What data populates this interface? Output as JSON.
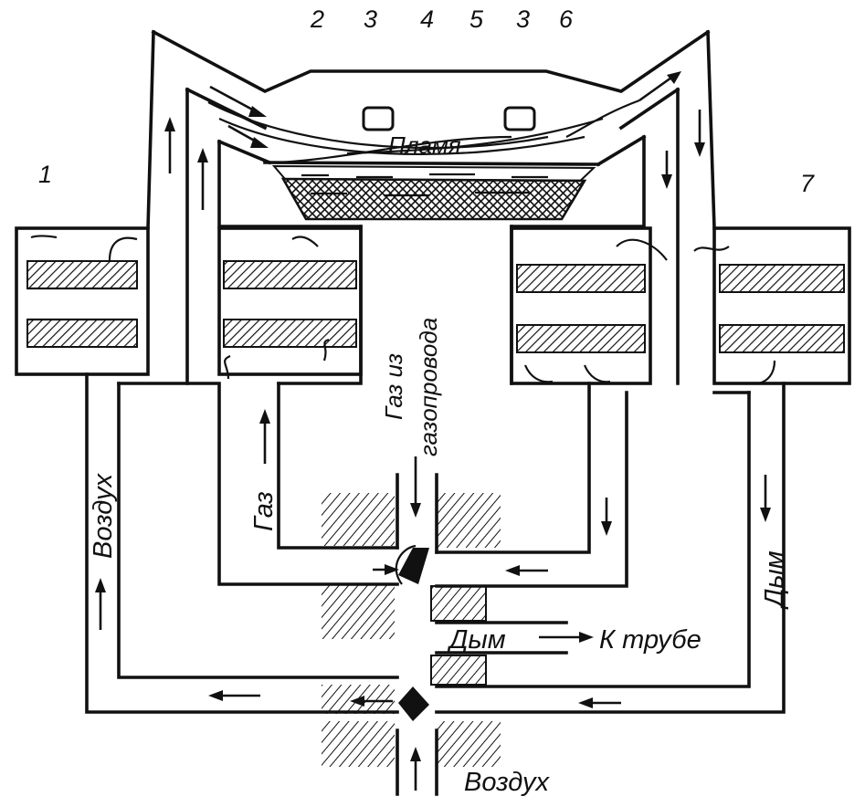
{
  "labels": {
    "n1": "1",
    "n2": "2",
    "n3a": "3",
    "n4": "4",
    "n5": "5",
    "n3b": "3",
    "n6": "6",
    "n7": "7",
    "flame": "Пламя",
    "gas_pipeline_line1": "Газ из",
    "gas_pipeline_line2": "газопровода",
    "gas": "Газ",
    "air_left": "Воздух",
    "smoke_right": "Дым",
    "smoke_mid": "Дым",
    "to_chimney": "К трубе",
    "air_bottom": "Воздух"
  },
  "colors": {
    "ink": "#111111",
    "paper": "#ffffff"
  }
}
